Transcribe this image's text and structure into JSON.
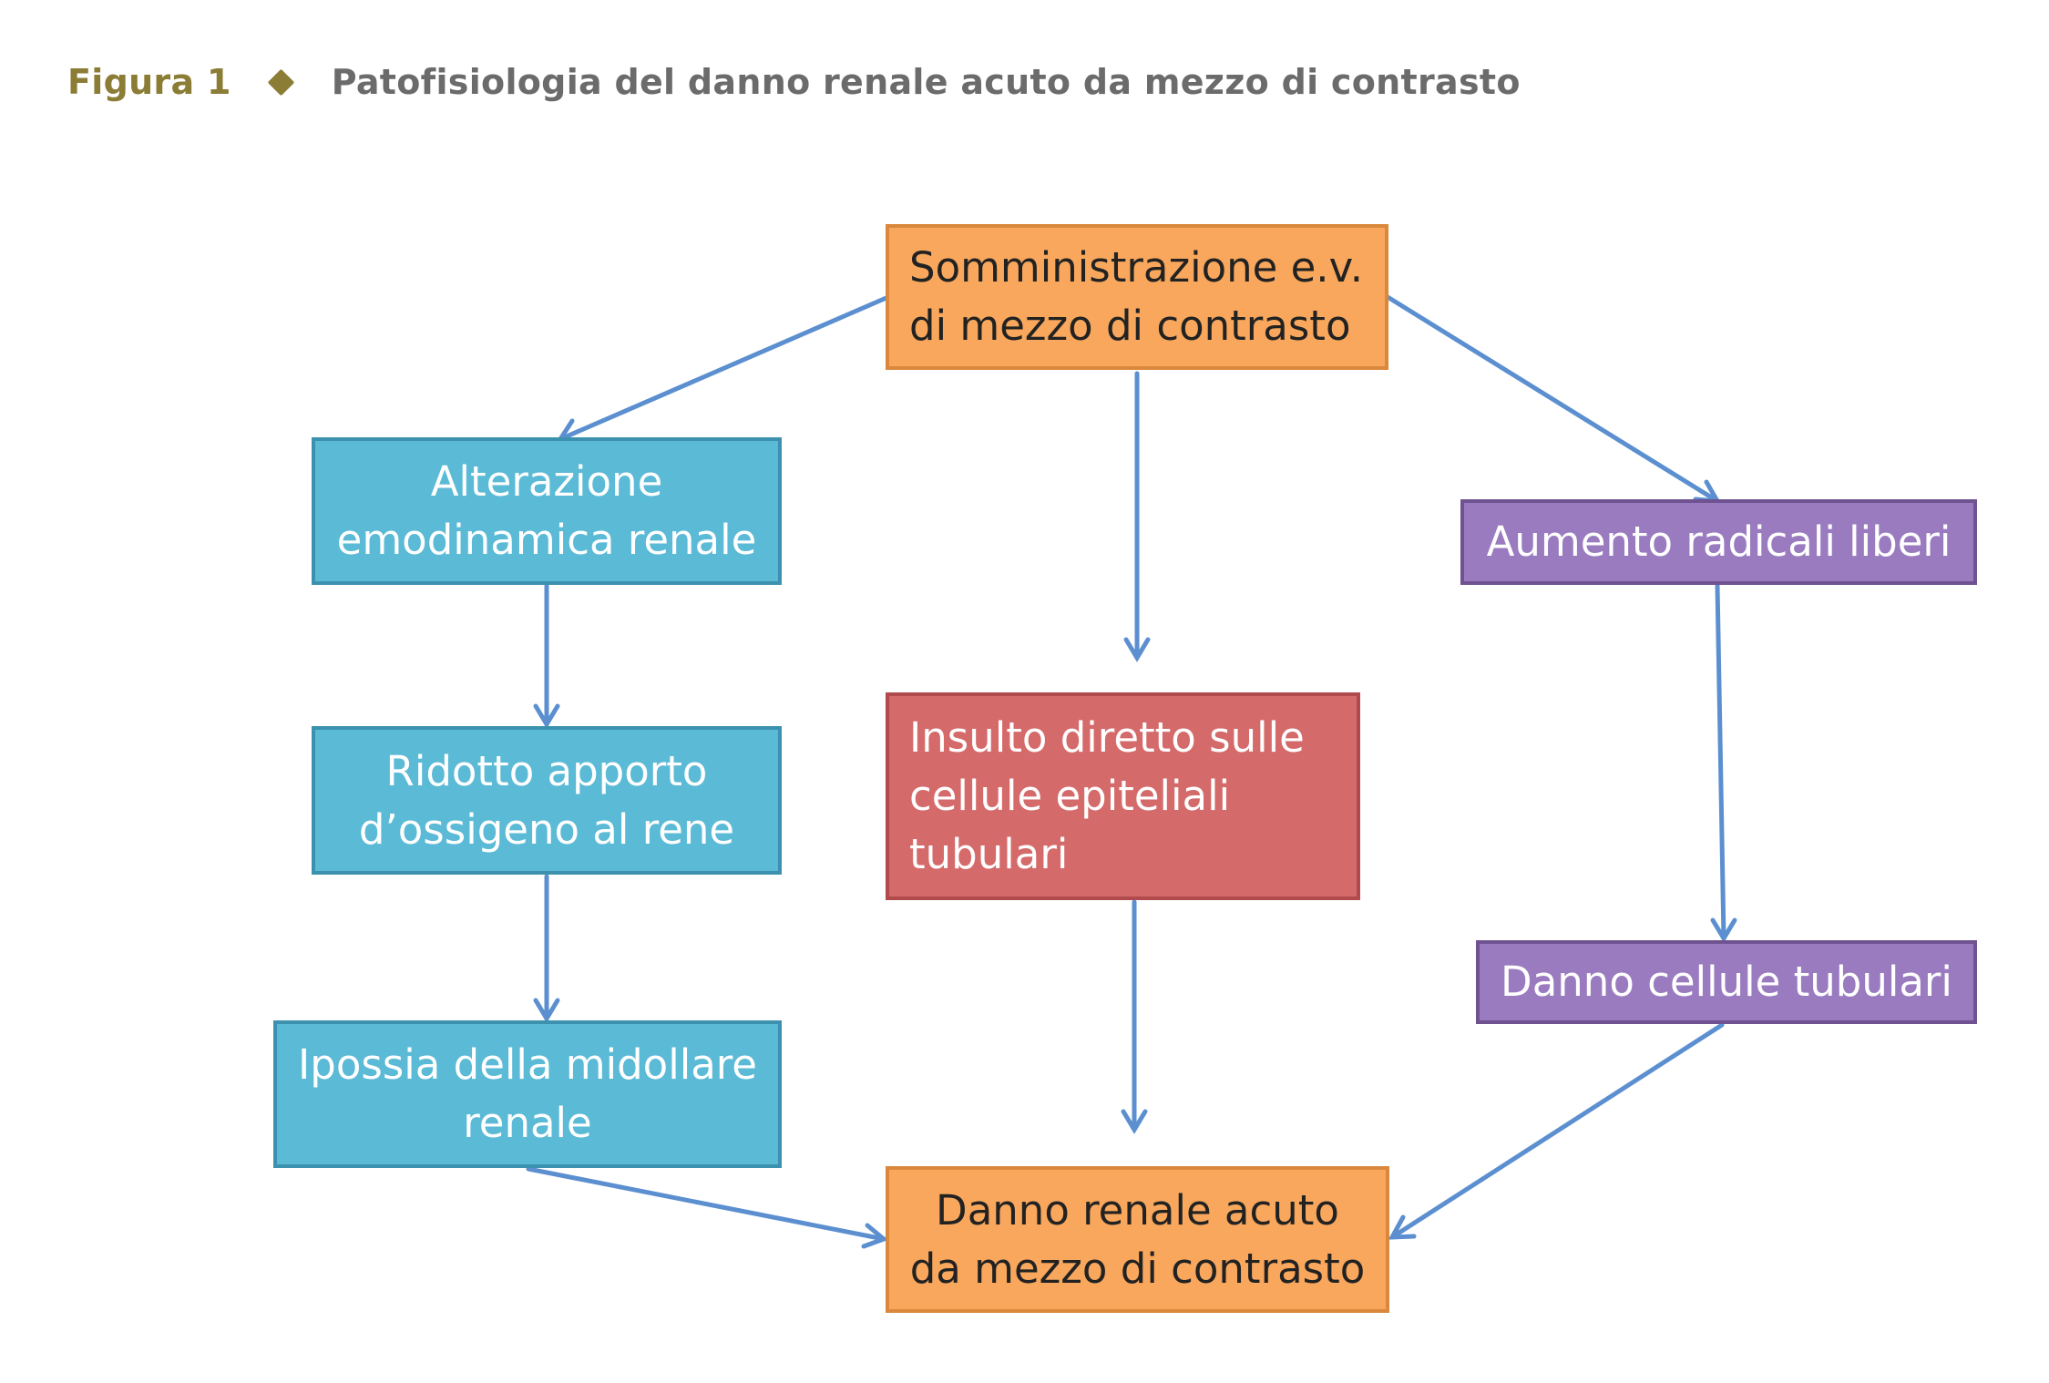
{
  "caption": {
    "figure_label": "Figura 1",
    "title": "Patofisiologia del danno renale acuto da mezzo di contrasto"
  },
  "nodes": {
    "start": "Somministrazione e.v.\ndi mezzo di contrasto",
    "hemodynamic": "Alterazione\nemodinamica renale",
    "oxygen": "Ridotto apporto\nd’ossigeno al rene",
    "hypoxia": "Ipossia della midollare\nrenale",
    "direct_insult": "Insulto diretto sulle\ncellule epiteliali\ntubulari",
    "radicals": "Aumento radicali liberi",
    "tubular_damage": "Danno cellule tubulari",
    "outcome": "Danno renale acuto\nda mezzo di contrasto"
  },
  "colors": {
    "orange_fill": "#f8a75c",
    "blue_fill": "#5bbad6",
    "red_fill": "#d56a6a",
    "purple_fill": "#9a7bbf",
    "arrow": "#5b8fd0",
    "caption_accent": "#8b7d35",
    "caption_text": "#6b6b6b"
  },
  "edges": [
    {
      "from": "start",
      "to": "hemodynamic"
    },
    {
      "from": "start",
      "to": "direct_insult"
    },
    {
      "from": "start",
      "to": "radicals"
    },
    {
      "from": "hemodynamic",
      "to": "oxygen"
    },
    {
      "from": "oxygen",
      "to": "hypoxia"
    },
    {
      "from": "hypoxia",
      "to": "outcome"
    },
    {
      "from": "direct_insult",
      "to": "outcome"
    },
    {
      "from": "radicals",
      "to": "tubular_damage"
    },
    {
      "from": "tubular_damage",
      "to": "outcome"
    }
  ]
}
